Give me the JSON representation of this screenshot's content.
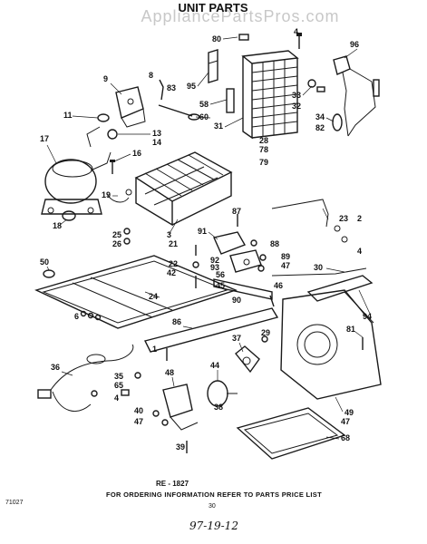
{
  "title": "UNIT PARTS",
  "watermark": "AppliancePartsPros.com",
  "reference": "RE - 1827",
  "footer_note": "FOR ORDERING INFORMATION REFER TO PARTS PRICE LIST",
  "form_number": "71027",
  "page_number": "30",
  "handwritten_date": "97-19-12",
  "callouts": [
    "80",
    "4",
    "96",
    "95",
    "9",
    "8",
    "83",
    "58",
    "60",
    "31",
    "33",
    "32",
    "34",
    "82",
    "11",
    "13",
    "14",
    "17",
    "28",
    "78",
    "79",
    "16",
    "19",
    "18",
    "25",
    "26",
    "3",
    "87",
    "21",
    "22",
    "23",
    "2",
    "4",
    "91",
    "92",
    "93",
    "88",
    "89",
    "47",
    "50",
    "24",
    "42",
    "56",
    "45",
    "90",
    "30",
    "46",
    "6",
    "94",
    "86",
    "1",
    "37",
    "29",
    "81",
    "36",
    "35",
    "65",
    "4",
    "48",
    "44",
    "38",
    "40",
    "47",
    "39",
    "49",
    "47",
    "68"
  ]
}
